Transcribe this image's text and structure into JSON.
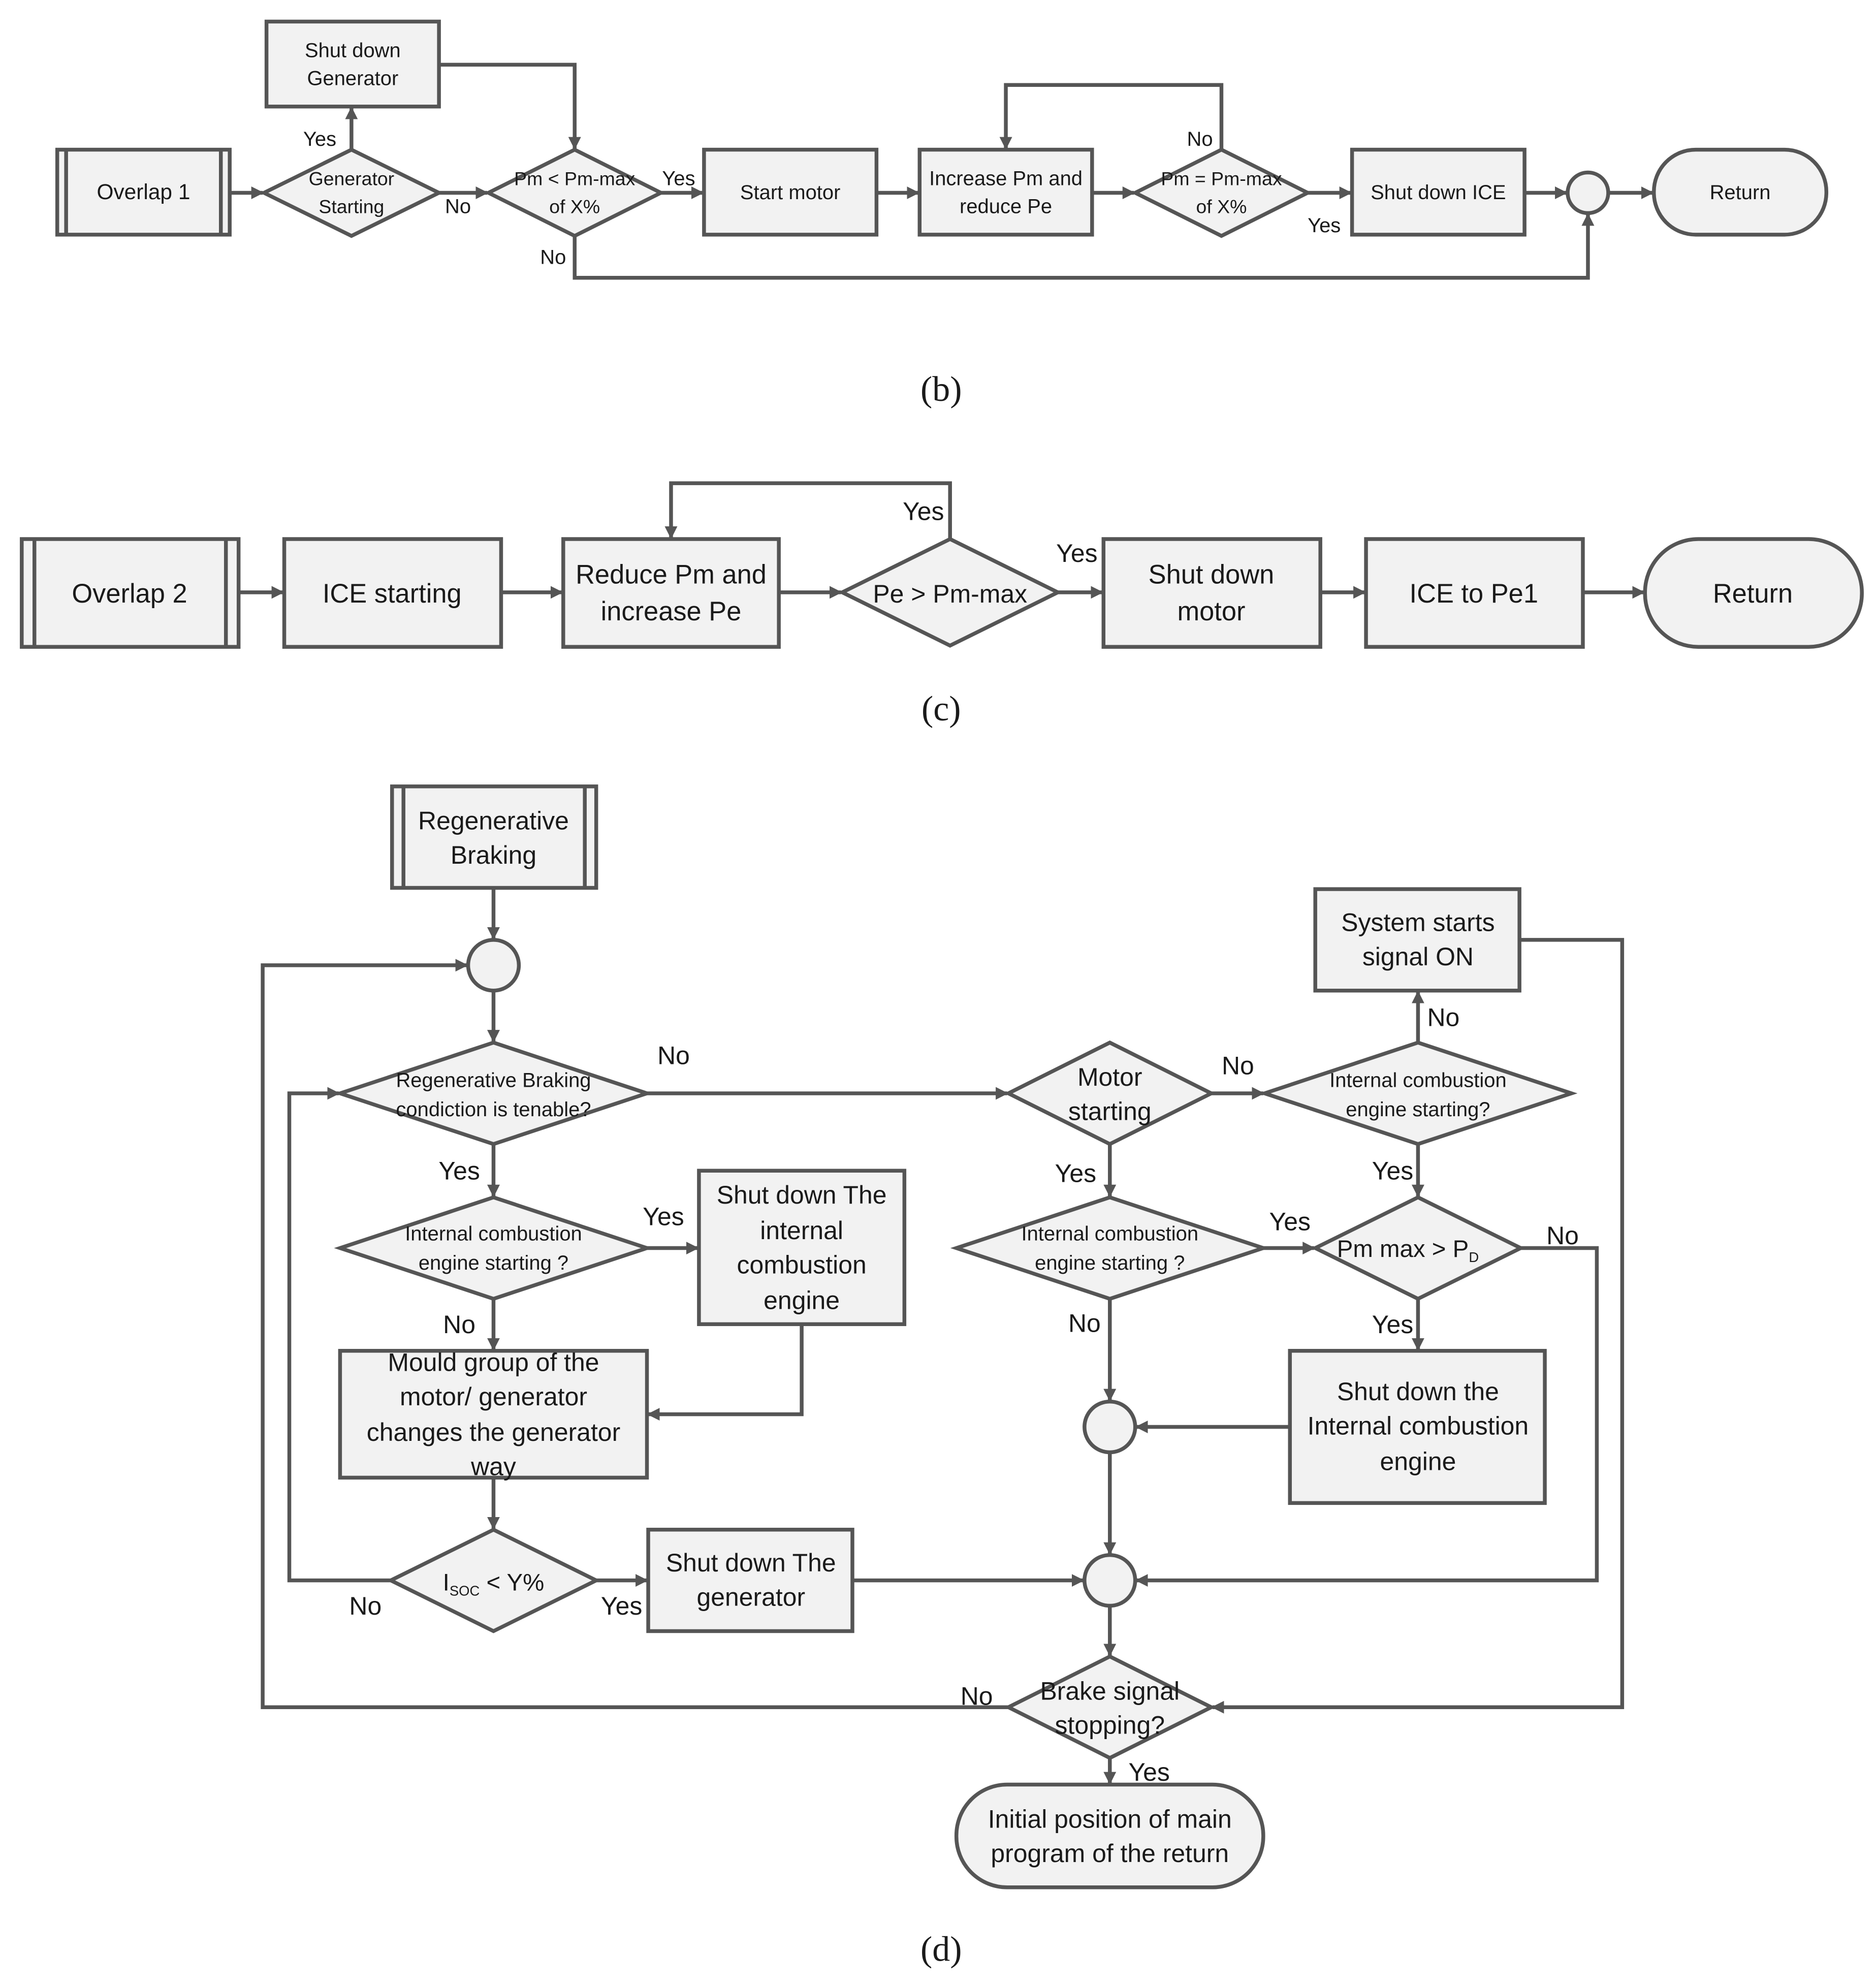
{
  "panel_b": {
    "caption": "(b)",
    "nodes": {
      "overlap1": "Overlap 1",
      "gen_starting": [
        "Generator",
        "Starting"
      ],
      "shutdown_gen": [
        "Shut down",
        "Generator"
      ],
      "pm_lt_pmmax": [
        "Pm < Pm-max",
        "of X%"
      ],
      "start_motor": "Start motor",
      "increase_pm": [
        "Increase Pm and",
        "reduce Pe"
      ],
      "pm_eq_pmmax": [
        "Pm = Pm-max",
        "of X%"
      ],
      "shutdown_ice": "Shut down ICE",
      "return": "Return"
    },
    "labels": {
      "yes1": "Yes",
      "no1": "No",
      "yes2": "Yes",
      "no2": "No",
      "no3": "No",
      "yes3": "Yes"
    }
  },
  "panel_c": {
    "caption": "(c)",
    "nodes": {
      "overlap2": "Overlap 2",
      "ice_starting": "ICE starting",
      "reduce_pm": [
        "Reduce Pm and",
        "increase Pe"
      ],
      "pe_gt_pmmax": "Pe > Pm-max",
      "shutdown_motor": [
        "Shut down",
        "motor"
      ],
      "ice_to_pe1": "ICE to Pe1",
      "return": "Return"
    },
    "labels": {
      "yes_loop": "Yes",
      "yes_next": "Yes"
    }
  },
  "panel_d": {
    "caption": "(d)",
    "nodes": {
      "regen": [
        "Regenerative",
        "Braking"
      ],
      "regen_cond": [
        "Regenerative Braking",
        "condiction is tenable?"
      ],
      "ice_start_left": [
        "Internal combustion",
        "engine starting ?"
      ],
      "shutdown_ice_left": [
        "Shut down The",
        "internal",
        "combustion",
        "engine"
      ],
      "mould": [
        "Mould group of the",
        "motor/ generator",
        "changes the generator",
        "way"
      ],
      "isoc": {
        "main": "I",
        "sub": "SOC",
        "rest": " < Y%"
      },
      "shutdown_gen": [
        "Shut down The",
        "generator"
      ],
      "motor_starting": [
        "Motor",
        "starting"
      ],
      "ice_start_mid": [
        "Internal combustion",
        "engine starting ?"
      ],
      "ice_start_right": [
        "Internal combustion",
        "engine starting?"
      ],
      "sys_starts": [
        "System starts",
        "signal ON"
      ],
      "pm_gt_pd": {
        "main": "Pm max > P",
        "sub": "D"
      },
      "shutdown_ice_right": [
        "Shut down the",
        "Internal combustion",
        "engine"
      ],
      "brake": [
        "Brake signal",
        "stopping?"
      ],
      "initial": [
        "Initial position of main",
        "program of the return"
      ]
    },
    "labels": {
      "no_regen": "No",
      "yes_regen": "Yes",
      "yes_ice_left": "Yes",
      "no_ice_left": "No",
      "no_isoc": "No",
      "yes_isoc": "Yes",
      "no_motor": "No",
      "yes_motor": "Yes",
      "yes_ice_mid": "Yes",
      "no_ice_mid": "No",
      "no_ice_right": "No",
      "yes_ice_right": "Yes",
      "no_pm": "No",
      "yes_pm": "Yes",
      "no_brake": "No",
      "yes_brake": "Yes"
    }
  }
}
